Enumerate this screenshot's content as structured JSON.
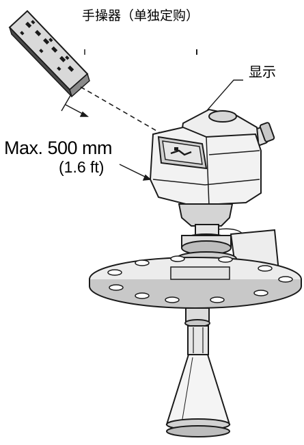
{
  "labels": {
    "handheld": "手操器（单独定购）",
    "display": "显示",
    "distance_line1": "Max. 500 mm",
    "distance_line2": "(1.6 ft)"
  },
  "colors": {
    "outline": "#1a1a1a",
    "body_fill": "#f2f2f2",
    "shade_fill": "#c8c8c8",
    "dark_fill": "#555555",
    "screen_fill": "#e6e6e6"
  },
  "icons": {
    "handheld": "handheld-programmer-icon",
    "instrument": "radar-level-transmitter-icon"
  }
}
